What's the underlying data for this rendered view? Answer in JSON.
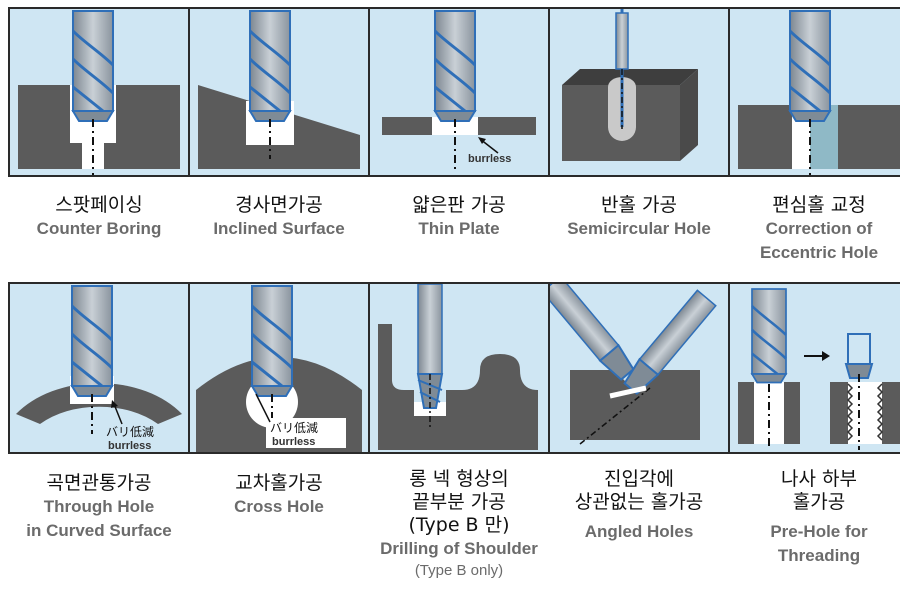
{
  "items": [
    {
      "ko": "스팟페이싱",
      "en": "Counter Boring"
    },
    {
      "ko": "경사면가공",
      "en": "Inclined Surface"
    },
    {
      "ko": "얇은판 가공",
      "en": "Thin Plate",
      "note": "burrless"
    },
    {
      "ko": "반홀 가공",
      "en": "Semicircular Hole"
    },
    {
      "ko": "편심홀 교정",
      "en": "Correction of",
      "en_b": "Eccentric Hole"
    },
    {
      "ko": "곡면관통가공",
      "en": "Through Hole",
      "en_b": "in Curved Surface",
      "note_ja": "バリ低減",
      "note": "burrless"
    },
    {
      "ko": "교차홀가공",
      "en": "Cross Hole",
      "note_ja": "バリ低減",
      "note": "burrless"
    },
    {
      "ko": "롱 넥 형상의",
      "ko_b": "끝부분 가공",
      "ko_c": "(Type B 만)",
      "en": "Drilling of Shoulder",
      "en_b": "(Type B only)"
    },
    {
      "ko": "진입각에",
      "ko_b": "상관없는 홀가공",
      "en": "Angled Holes"
    },
    {
      "ko": "나사 하부",
      "ko_b": "홀가공",
      "en": "Pre-Hole for",
      "en_b": "Threading"
    }
  ],
  "colors": {
    "background": "#cfe6f3",
    "workpiece": "#5b5b5b",
    "tool": "#2f6fb8",
    "tool_shank": "#9aa3ad"
  }
}
